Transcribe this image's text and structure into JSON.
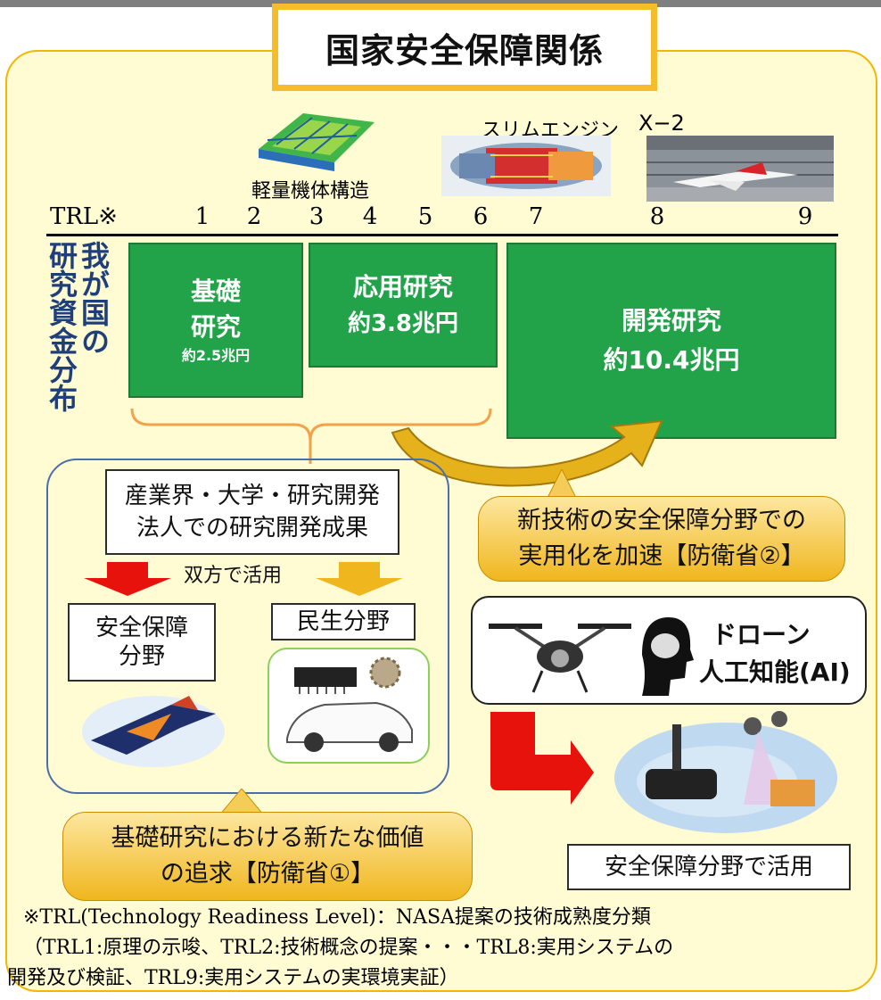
{
  "title": "国家安全保障関係",
  "images": {
    "lightweight_structure": "軽量機体構造",
    "slim_engine": "スリムエンジン",
    "x2": "X−2"
  },
  "trl": {
    "label": "TRL※",
    "levels": [
      "1",
      "2",
      "3",
      "4",
      "5",
      "6",
      "7",
      "8",
      "9"
    ]
  },
  "vertical_label": {
    "line1": "我が国の",
    "line2": "研究資金分布"
  },
  "research": {
    "basic": {
      "line1": "基礎",
      "line2": "研究",
      "amount": "約2.5兆円"
    },
    "applied": {
      "line1": "応用研究",
      "amount": "約3.8兆円"
    },
    "development": {
      "line1": "開発研究",
      "amount": "約10.4兆円"
    }
  },
  "results_box": {
    "line1": "産業界・大学・研究開発",
    "line2": "法人での研究開発成果"
  },
  "both_use": "双方で活用",
  "security_field": {
    "line1": "安全保障",
    "line2": "分野"
  },
  "civil_field": "民生分野",
  "callout_mod2": {
    "line1": "新技術の安全保障分野での",
    "line2": "実用化を加速【防衛省②】"
  },
  "callout_mod1": {
    "line1": "基礎研究における新たな価値",
    "line2": "の追求【防衛省①】"
  },
  "drone_ai": {
    "line1": "ドローン",
    "line2": "人工知能(AI)"
  },
  "security_use": "安全保障分野で活用",
  "footnote": {
    "line1": "※TRL(Technology Readiness Level)：NASA提案の技術成熟度分類",
    "line2": "（TRL1:原理の示唆、TRL2:技術概念の提案・・・TRL8:実用システムの",
    "line3": "開発及び検証、TRL9:実用システムの実環境実証）"
  },
  "colors": {
    "green": "#22a34a",
    "panel_bg": "#fffbd2",
    "panel_border": "#f2b705",
    "orange": "#f0b61e",
    "red_arrow": "#e8120c",
    "navy": "#1f3f7a"
  }
}
